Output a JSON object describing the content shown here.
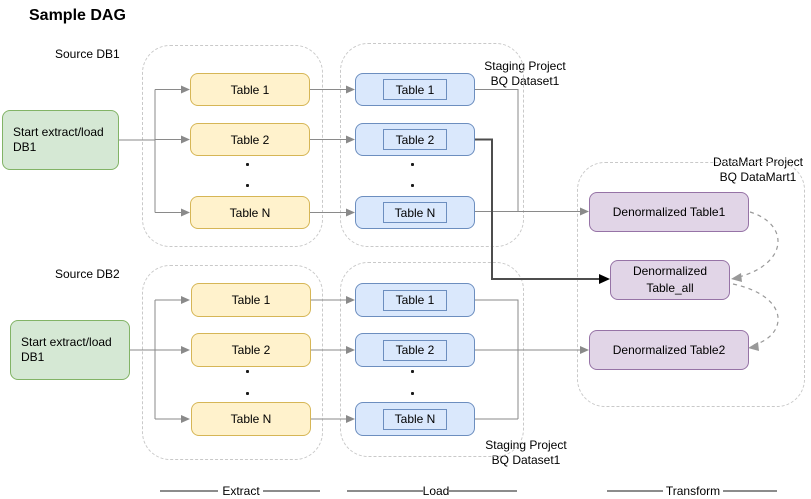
{
  "title": "Sample DAG",
  "colors": {
    "green_fill": "#d5e8d4",
    "green_stroke": "#82b366",
    "yellow_fill": "#fff2cc",
    "yellow_stroke": "#d6b656",
    "blue_fill": "#dae8fc",
    "blue_stroke": "#6c8ebf",
    "purple_fill": "#e1d5e7",
    "purple_stroke": "#9673a6",
    "container_stroke": "#c9c9c9",
    "connector_gray": "#8a8a8a",
    "connector_dark": "#4d4d4d",
    "arc_dashed": "#999999"
  },
  "source1": {
    "label": "Source DB1",
    "start_line1": "Start extract/load",
    "start_line2": "DB1"
  },
  "source2": {
    "label": "Source DB2",
    "start_line1": "Start extract/load",
    "start_line2": "DB1"
  },
  "extract1": {
    "tables": [
      "Table 1",
      "Table 2",
      "Table N"
    ]
  },
  "load1": {
    "tables": [
      "Table 1",
      "Table 2",
      "Table N"
    ],
    "label1": "Staging Project",
    "label2": "BQ Dataset1"
  },
  "extract2": {
    "tables": [
      "Table 1",
      "Table 2",
      "Table N"
    ]
  },
  "load2": {
    "tables": [
      "Table 1",
      "Table 2",
      "Table N"
    ],
    "label1": "Staging Project",
    "label2": "BQ Dataset1"
  },
  "datamart": {
    "label1": "DataMart Project",
    "label2": "BQ DataMart1",
    "table1": "Denormalized Table1",
    "table_all_line1": "Denormalized",
    "table_all_line2": "Table_all",
    "table2": "Denormalized Table2"
  },
  "legend": {
    "extract": "Extract",
    "load": "Load",
    "transform": "Transform"
  }
}
